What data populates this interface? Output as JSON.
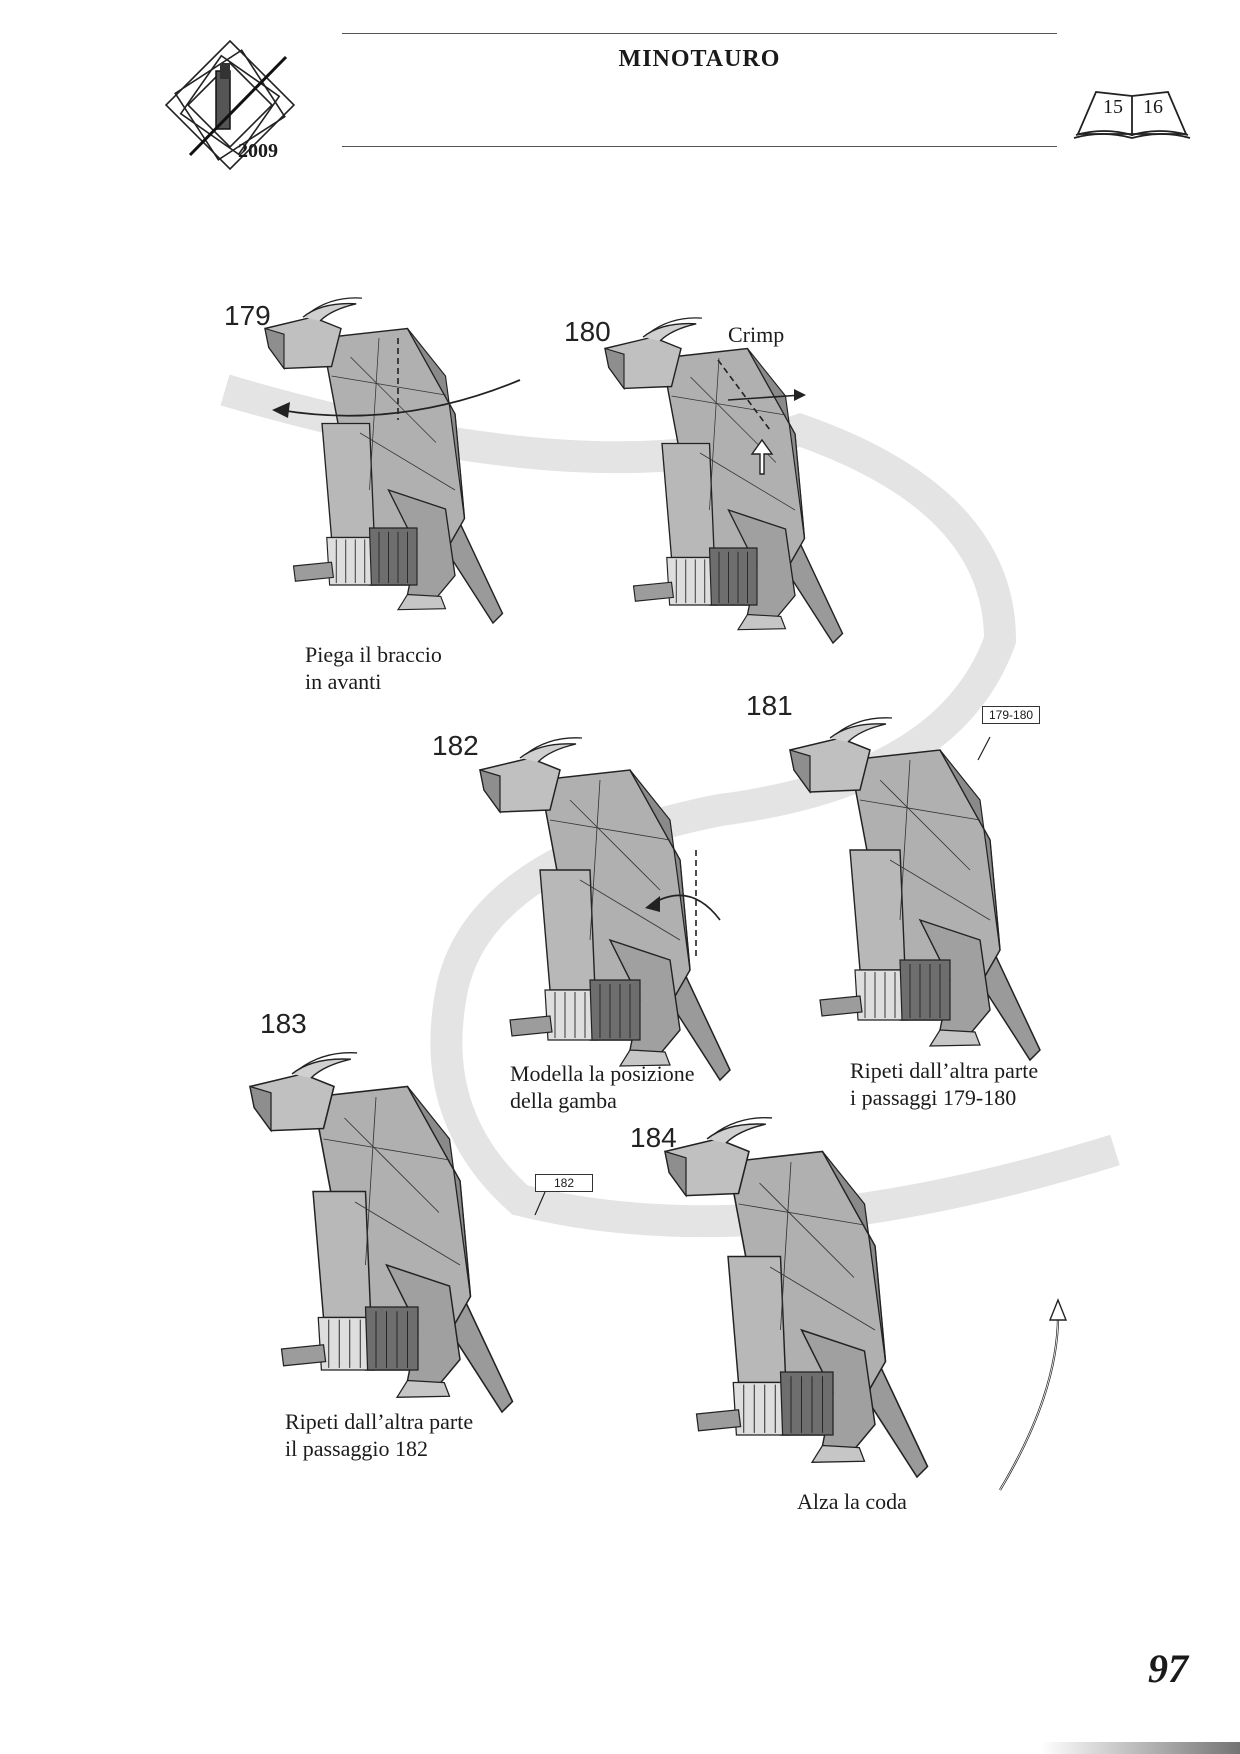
{
  "header": {
    "title": "MINOTAURO",
    "logo_year": "2009",
    "book_pages": [
      "15",
      "16"
    ]
  },
  "steps": [
    {
      "number": "179",
      "caption": [
        "Piega il braccio",
        "in avanti"
      ]
    },
    {
      "number": "180",
      "caption": [
        "Crimp"
      ]
    },
    {
      "number": "181",
      "caption": [
        "Ripeti dall’altra parte",
        "i passaggi 179-180"
      ],
      "ref": "179-180"
    },
    {
      "number": "182",
      "caption": [
        "Modella la posizione",
        "della gamba"
      ]
    },
    {
      "number": "183",
      "caption": [
        "Ripeti dall’altra parte",
        "il passaggio 182"
      ],
      "ref": "182"
    },
    {
      "number": "184",
      "caption": [
        "Alza la coda"
      ]
    }
  ],
  "page_number": "97",
  "colors": {
    "paper_fill": "#a9a9a9",
    "paper_dark": "#7a7a7a",
    "paper_light": "#d4d4d4",
    "swirl": "#e9e9e9",
    "line": "#2a2a2a"
  }
}
